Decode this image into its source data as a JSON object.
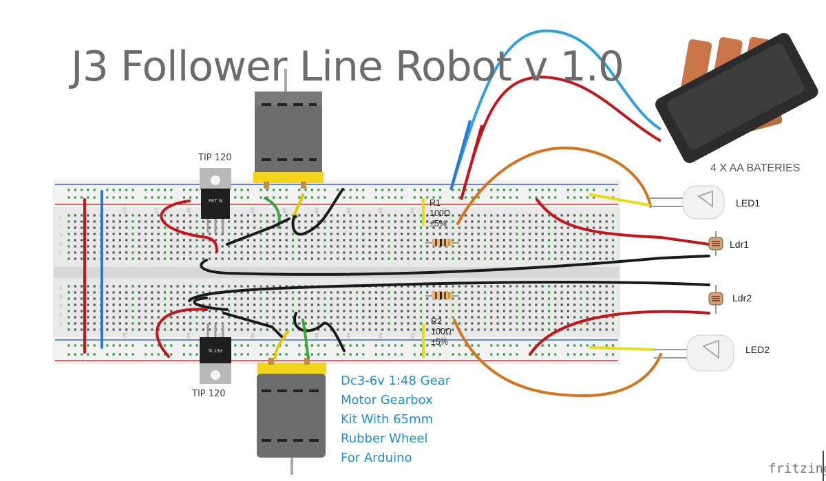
{
  "title": "J3 Follower Line Robot v 1.0",
  "components": {
    "transistor_top": "TIP 120",
    "transistor_bottom": "TIP 120",
    "transistor_marking": "FET N",
    "battery": "4 X AA BATERIES",
    "led1": "LED1",
    "led2": "LED2",
    "ldr1": "Ldr1",
    "ldr2": "Ldr2",
    "r1": {
      "name": "R1",
      "value": "100Ω",
      "tolerance": "±5%"
    },
    "r2": {
      "name": "R2",
      "value": "100Ω",
      "tolerance": "±5%"
    }
  },
  "motor_description": [
    "Dc3-6v 1:48 Gear",
    "Motor Gearbox",
    "Kit With 65mm",
    "Rubber Wheel",
    "For Arduino"
  ],
  "breadboard_numbers": [
    "10",
    "15",
    "20",
    "25",
    "30",
    "35",
    "40",
    "45",
    "50",
    "55",
    "60"
  ],
  "row_letters_top": [
    "J",
    "I",
    "H",
    "G",
    "F"
  ],
  "row_letters_bottom": [
    "E",
    "D",
    "C",
    "B",
    "A"
  ],
  "watermark": "fritzing",
  "colors": {
    "wire_red": "#c0171b",
    "wire_blue": "#2b78d0",
    "wire_black": "#1a1a1a",
    "wire_green": "#3aa83a",
    "wire_yellow": "#e8c600",
    "wire_orange": "#d4731c",
    "cable_blue": "#2ea0e0",
    "breadboard": "#ececec",
    "rail_red": "#d33",
    "rail_blue": "#36c",
    "hole_green": "#2f9c3a",
    "motor_body": "#6d6d6d",
    "motor_mount": "#f3d61b",
    "annotation_blue": "#1f8dd6"
  }
}
